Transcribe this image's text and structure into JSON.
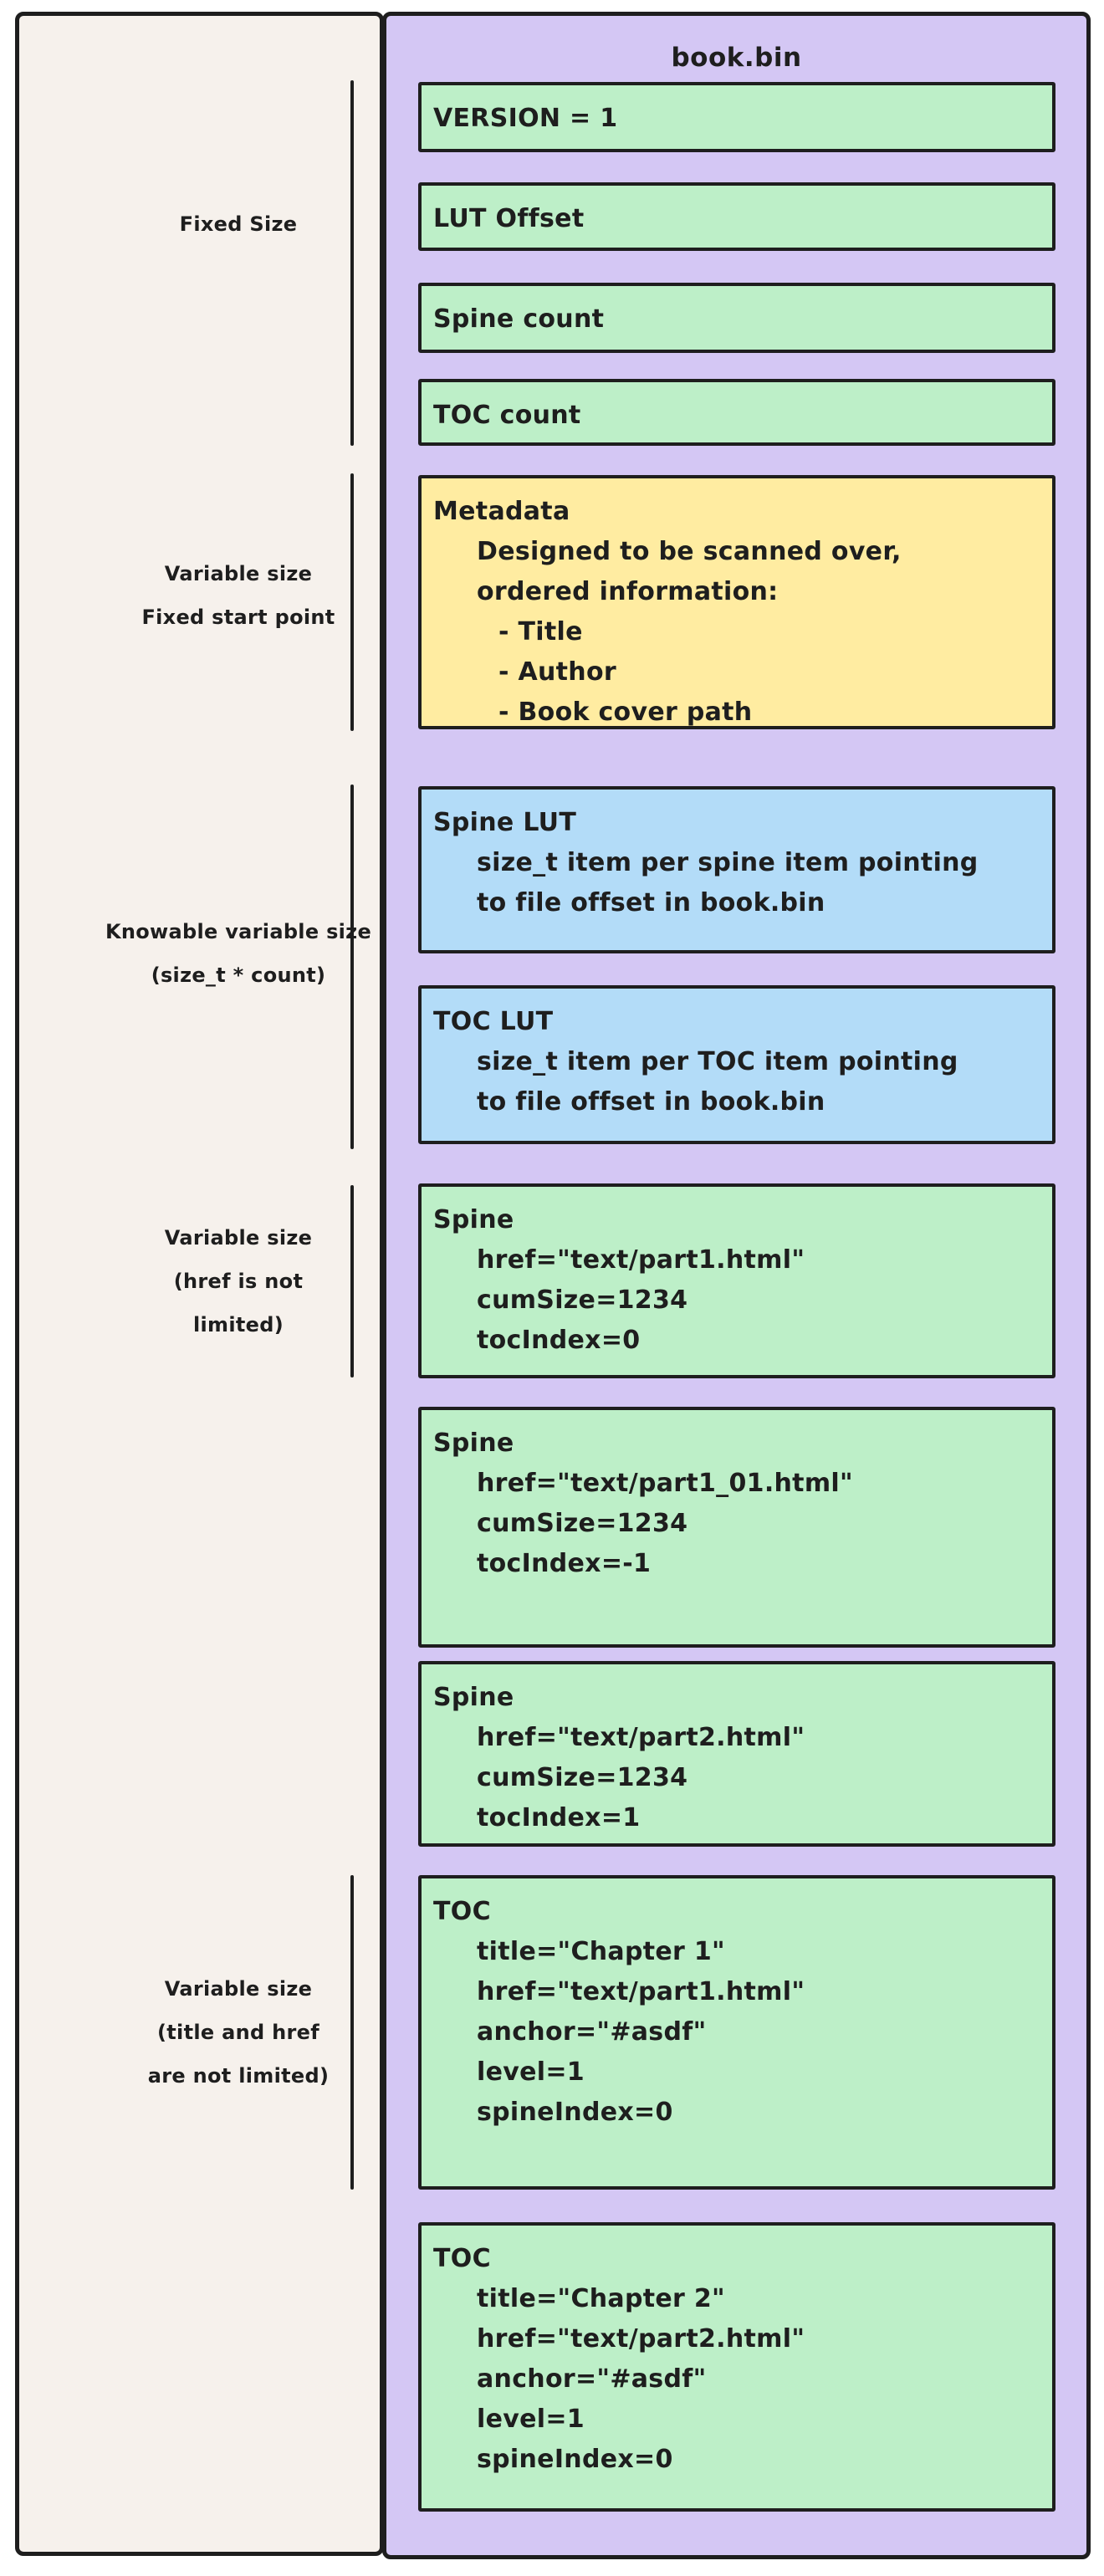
{
  "canvas": {
    "background": "#ffffff",
    "ink": "#1e1e1e"
  },
  "left_panel": {
    "background": "#f6f1ec",
    "labels": [
      {
        "lines": [
          "Fixed Size"
        ]
      },
      {
        "lines": [
          "Variable size",
          "Fixed start point"
        ]
      },
      {
        "lines": [
          "Knowable variable size",
          "(size_t * count)"
        ]
      },
      {
        "lines": [
          "Variable size",
          "(href is not",
          "limited)"
        ]
      },
      {
        "lines": [
          "Variable size",
          "(title and href",
          "are not limited)"
        ]
      }
    ]
  },
  "file_panel": {
    "title": "book.bin",
    "background": "#d4c7f4",
    "colors": {
      "field": "#bdefc8",
      "metadata": "#ffeca1",
      "lut": "#b3dcf8",
      "record": "#bdefc8"
    },
    "boxes": [
      {
        "name": "version-field",
        "color": "#bdefc8",
        "lines": [
          {
            "indent": 0,
            "text": "VERSION = 1"
          }
        ]
      },
      {
        "name": "lut-offset-field",
        "color": "#bdefc8",
        "lines": [
          {
            "indent": 0,
            "text": "LUT Offset"
          }
        ]
      },
      {
        "name": "spine-count-field",
        "color": "#bdefc8",
        "lines": [
          {
            "indent": 0,
            "text": "Spine count"
          }
        ]
      },
      {
        "name": "toc-count-field",
        "color": "#bdefc8",
        "lines": [
          {
            "indent": 0,
            "text": "TOC count"
          }
        ]
      },
      {
        "name": "metadata-block",
        "color": "#ffeca1",
        "lines": [
          {
            "indent": 0,
            "text": "Metadata"
          },
          {
            "indent": 1,
            "text": "Designed to be scanned over,"
          },
          {
            "indent": 1,
            "text": "ordered information:"
          },
          {
            "indent": 2,
            "text": "- Title"
          },
          {
            "indent": 2,
            "text": "- Author"
          },
          {
            "indent": 2,
            "text": "- Book cover path"
          }
        ]
      },
      {
        "name": "spine-lut-block",
        "color": "#b3dcf8",
        "lines": [
          {
            "indent": 0,
            "text": "Spine LUT"
          },
          {
            "indent": 1,
            "text": "size_t item per spine item pointing"
          },
          {
            "indent": 1,
            "text": "to file offset in book.bin"
          }
        ]
      },
      {
        "name": "toc-lut-block",
        "color": "#b3dcf8",
        "lines": [
          {
            "indent": 0,
            "text": "TOC LUT"
          },
          {
            "indent": 1,
            "text": "size_t item per TOC item pointing"
          },
          {
            "indent": 1,
            "text": "to file offset in book.bin"
          }
        ]
      },
      {
        "name": "spine-record-1",
        "color": "#bdefc8",
        "lines": [
          {
            "indent": 0,
            "text": "Spine"
          },
          {
            "indent": 1,
            "text": "href=\"text/part1.html\""
          },
          {
            "indent": 1,
            "text": "cumSize=1234"
          },
          {
            "indent": 1,
            "text": "tocIndex=0"
          }
        ]
      },
      {
        "name": "spine-record-2",
        "color": "#bdefc8",
        "lines": [
          {
            "indent": 0,
            "text": "Spine"
          },
          {
            "indent": 1,
            "text": "href=\"text/part1_01.html\""
          },
          {
            "indent": 1,
            "text": "cumSize=1234"
          },
          {
            "indent": 1,
            "text": "tocIndex=-1"
          }
        ]
      },
      {
        "name": "spine-record-3",
        "color": "#bdefc8",
        "lines": [
          {
            "indent": 0,
            "text": "Spine"
          },
          {
            "indent": 1,
            "text": "href=\"text/part2.html\""
          },
          {
            "indent": 1,
            "text": "cumSize=1234"
          },
          {
            "indent": 1,
            "text": "tocIndex=1"
          }
        ]
      },
      {
        "name": "toc-record-1",
        "color": "#bdefc8",
        "lines": [
          {
            "indent": 0,
            "text": "TOC"
          },
          {
            "indent": 1,
            "text": "title=\"Chapter 1\""
          },
          {
            "indent": 1,
            "text": "href=\"text/part1.html\""
          },
          {
            "indent": 1,
            "text": "anchor=\"#asdf\""
          },
          {
            "indent": 1,
            "text": "level=1"
          },
          {
            "indent": 1,
            "text": "spineIndex=0"
          }
        ]
      },
      {
        "name": "toc-record-2",
        "color": "#bdefc8",
        "lines": [
          {
            "indent": 0,
            "text": "TOC"
          },
          {
            "indent": 1,
            "text": "title=\"Chapter 2\""
          },
          {
            "indent": 1,
            "text": "href=\"text/part2.html\""
          },
          {
            "indent": 1,
            "text": "anchor=\"#asdf\""
          },
          {
            "indent": 1,
            "text": "level=1"
          },
          {
            "indent": 1,
            "text": "spineIndex=0"
          }
        ]
      }
    ]
  }
}
